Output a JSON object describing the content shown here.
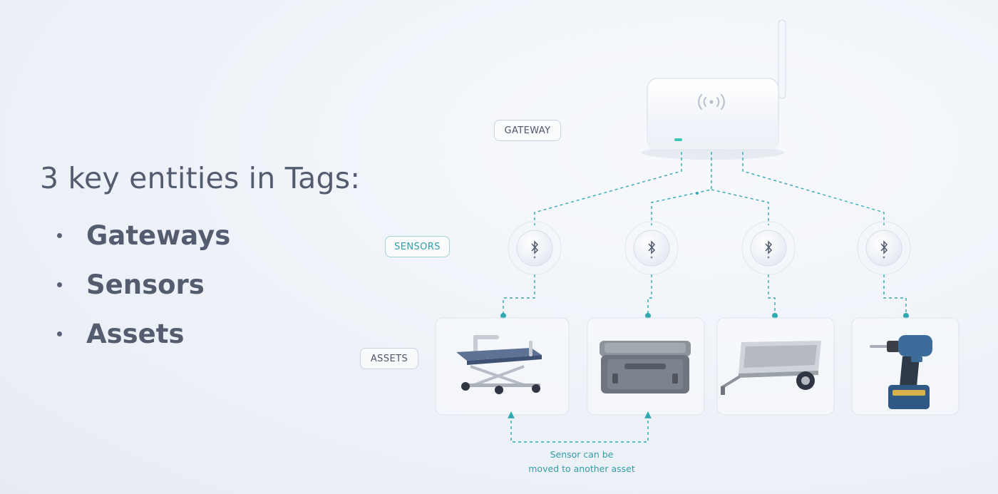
{
  "heading": "3 key entities in Tags:",
  "bullets": [
    "Gateways",
    "Sensors",
    "Assets"
  ],
  "labels": {
    "gateway": "GATEWAY",
    "sensors": "SENSORS",
    "assets": "ASSETS"
  },
  "caption": {
    "line1": "Sensor can be",
    "line2": "moved to another asset"
  },
  "assets": [
    {
      "icon": "stretcher-icon"
    },
    {
      "icon": "equipment-case-icon"
    },
    {
      "icon": "utility-trailer-icon"
    },
    {
      "icon": "power-drill-icon"
    }
  ],
  "colors": {
    "text": "#545c6f",
    "accent": "#2fa9b0",
    "led": "#3cc7b4",
    "card_border": "#dde3ec"
  }
}
